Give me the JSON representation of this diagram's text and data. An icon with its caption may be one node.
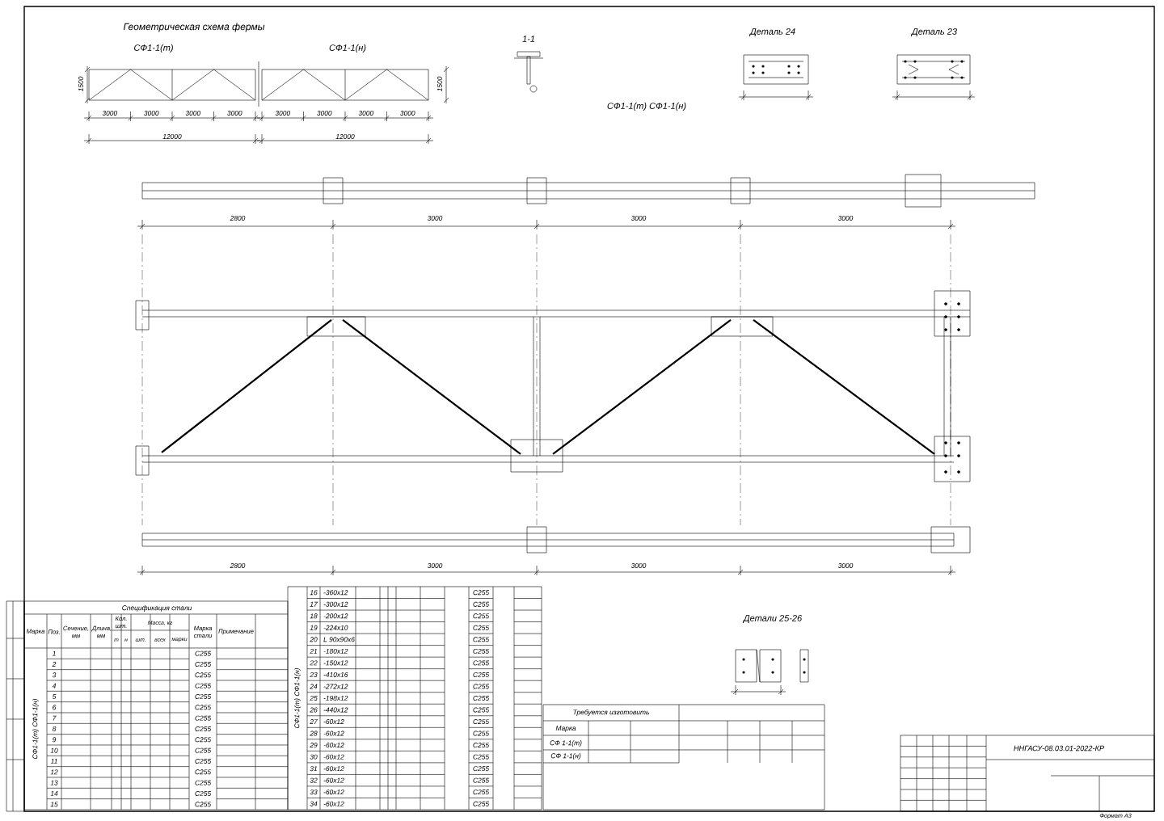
{
  "diagram": {
    "labels": [
      "Геометрическая схема фермы",
      "СФ1-1(т)",
      "СФ1-1(н)",
      "1500",
      "3000",
      "3000",
      "3000",
      "3000",
      "12000",
      "1500",
      "3000",
      "3000",
      "3000",
      "3000",
      "12000",
      "1-1",
      "Деталь 24",
      "Деталь 23",
      "СФ1-1(т) СФ1-1(н)",
      "2800",
      "3000",
      "3000",
      "3000",
      "2800",
      "3000",
      "3000",
      "3000",
      "Детали 25-26",
      "Спецификация стали",
      "Марка",
      "Поз.",
      "Сечение, мм",
      "Длина, мм",
      "Кол. шт.",
      "т",
      "н",
      "Масса, кг",
      "шт.",
      "всех",
      "марки",
      "Марка стали",
      "Примечание",
      "1",
      "С255",
      "2",
      "С255",
      "3",
      "С255",
      "4",
      "С255",
      "5",
      "С255",
      "6",
      "С255",
      "7",
      "С255",
      "8",
      "С255",
      "9",
      "С255",
      "10",
      "С255",
      "11",
      "С255",
      "12",
      "С255",
      "13",
      "С255",
      "14",
      "С255",
      "15",
      "С255",
      "СФ1-1(т) СФ1-1(н)",
      "16",
      "-360х12",
      "С255",
      "17",
      "-300х12",
      "С255",
      "18",
      "-200х12",
      "С255",
      "19",
      "-224х10",
      "С255",
      "20",
      "L 90х90х6",
      "С255",
      "21",
      "-180х12",
      "С255",
      "22",
      "-150х12",
      "С255",
      "23",
      "-410х16",
      "С255",
      "24",
      "-272х12",
      "С255",
      "25",
      "-198х12",
      "С255",
      "26",
      "-440х12",
      "С255",
      "27",
      "-60х12",
      "С255",
      "28",
      "-60х12",
      "С255",
      "29",
      "-60х12",
      "С255",
      "30",
      "-60х12",
      "С255",
      "31",
      "-60х12",
      "С255",
      "32",
      "-60х12",
      "С255",
      "33",
      "-60х12",
      "С255",
      "34",
      "-60х12",
      "С255",
      "СФ1-1(т) СФ1-1(н)",
      "Требуется изготовить",
      "Марка",
      "СФ 1-1(т)",
      "СФ 1-1(н)",
      "ННГАСУ-08.03.01-2022-КР",
      "Формат А3"
    ]
  }
}
